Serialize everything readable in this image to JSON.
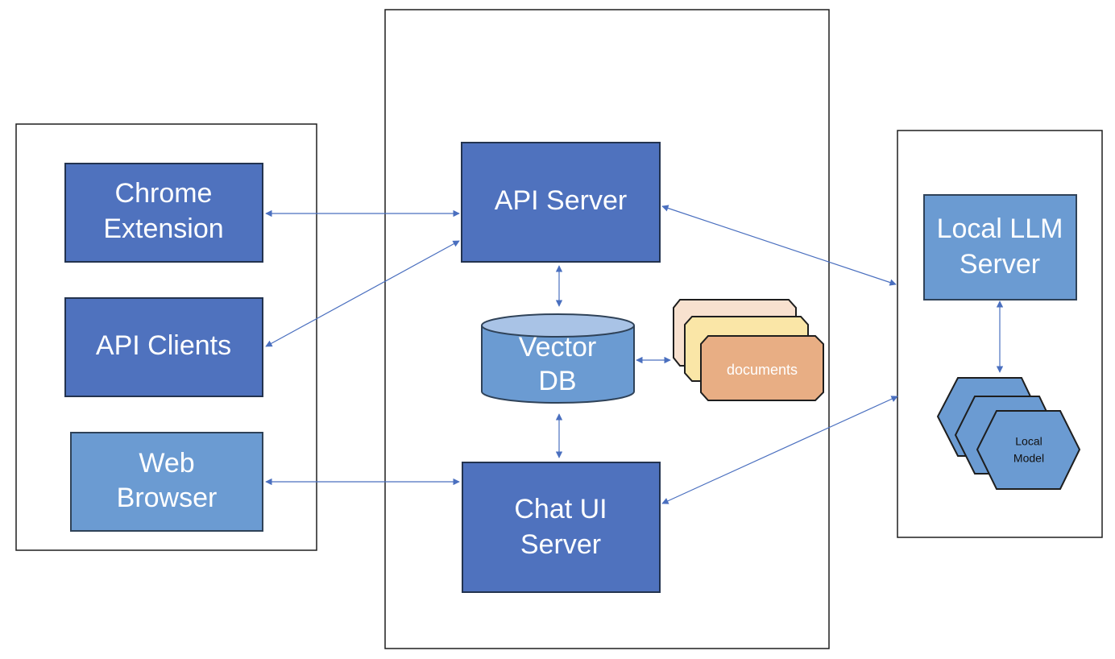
{
  "nodes": {
    "chrome_extension": {
      "line1": "Chrome",
      "line2": "Extension"
    },
    "api_clients": {
      "label": "API Clients"
    },
    "web_browser": {
      "line1": "Web",
      "line2": "Browser"
    },
    "api_server": {
      "label": "API Server"
    },
    "vector_db": {
      "line1": "Vector",
      "line2": "DB"
    },
    "documents": {
      "label": "documents"
    },
    "chat_ui_server": {
      "line1": "Chat UI",
      "line2": "Server"
    },
    "local_llm_server": {
      "line1": "Local LLM",
      "line2": "Server"
    },
    "local_model": {
      "line1": "Local",
      "line2": "Model"
    }
  },
  "colors": {
    "node_dark": "#4f72be",
    "node_light": "#6b9bd2",
    "connector": "#4a6fbf",
    "document_front": "#e8ae84",
    "document_middle": "#fae6a7",
    "document_back": "#f8e1cf"
  }
}
